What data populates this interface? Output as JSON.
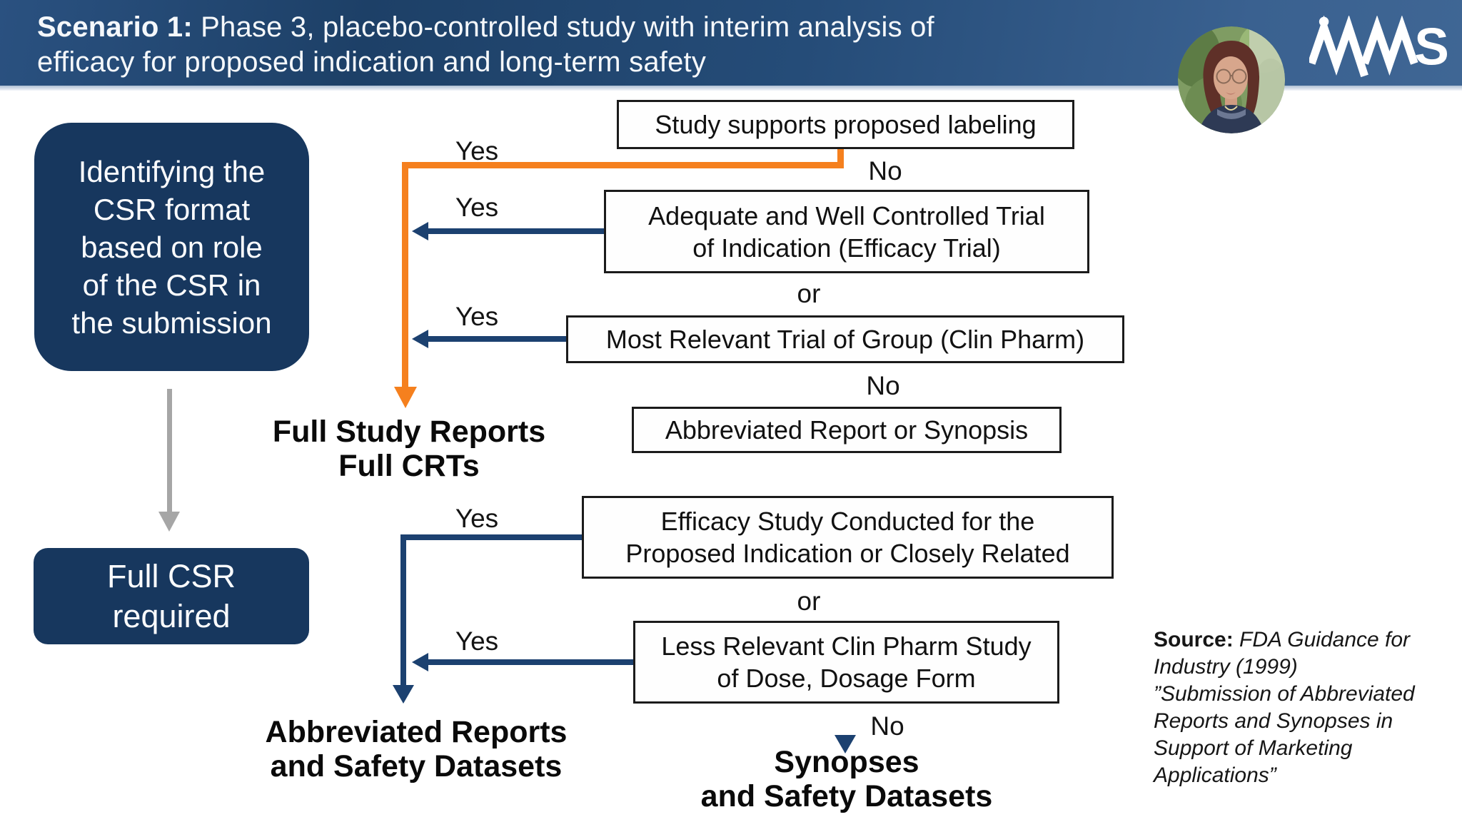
{
  "slide": {
    "header": {
      "title_prefix": "Scenario 1:",
      "title_line1_rest": " Phase 3, placebo-controlled study with interim analysis of",
      "title_line2": "efficacy for proposed indication and long-term safety"
    },
    "logo": {
      "name": "MMS",
      "s_glyph": "S"
    },
    "colors": {
      "navy_box": "#17375E",
      "line_navy": "#1C4170",
      "accent_orange": "#F5801E",
      "gray_arrow": "#A6A6A6",
      "header_blue_dark": "#1D4067",
      "header_blue_light": "#3F6694"
    },
    "left_panel": {
      "intro_lines": [
        "Identifying the",
        "CSR format",
        "based on role",
        "of the CSR in",
        "the submission"
      ],
      "result_lines": [
        "Full CSR",
        "required"
      ]
    },
    "labels": {
      "yes": "Yes",
      "no": "No",
      "or": "or"
    },
    "flow": {
      "boxes": [
        {
          "lines": [
            "Study supports proposed labeling"
          ]
        },
        {
          "lines": [
            "Adequate and Well Controlled Trial",
            "of Indication (Efficacy Trial)"
          ]
        },
        {
          "lines": [
            "Most Relevant Trial of Group (Clin Pharm)"
          ]
        },
        {
          "lines": [
            "Abbreviated Report or Synopsis"
          ]
        },
        {
          "lines": [
            "Efficacy Study Conducted for the",
            "Proposed Indication or Closely Related"
          ]
        },
        {
          "lines": [
            "Less Relevant Clin Pharm Study",
            "of Dose, Dosage Form"
          ]
        }
      ]
    },
    "results": {
      "full": [
        "Full Study Reports",
        "Full CRTs"
      ],
      "abbreviated": [
        "Abbreviated Reports",
        "and Safety Datasets"
      ],
      "synopses": [
        "Synopses",
        "and Safety Datasets"
      ]
    },
    "source": {
      "label": "Source:",
      "line1_rest": " FDA Guidance for",
      "lines": [
        "Industry (1999)",
        "”Submission of Abbreviated",
        "Reports and Synopses in",
        "Support of Marketing",
        "Applications”"
      ]
    }
  }
}
